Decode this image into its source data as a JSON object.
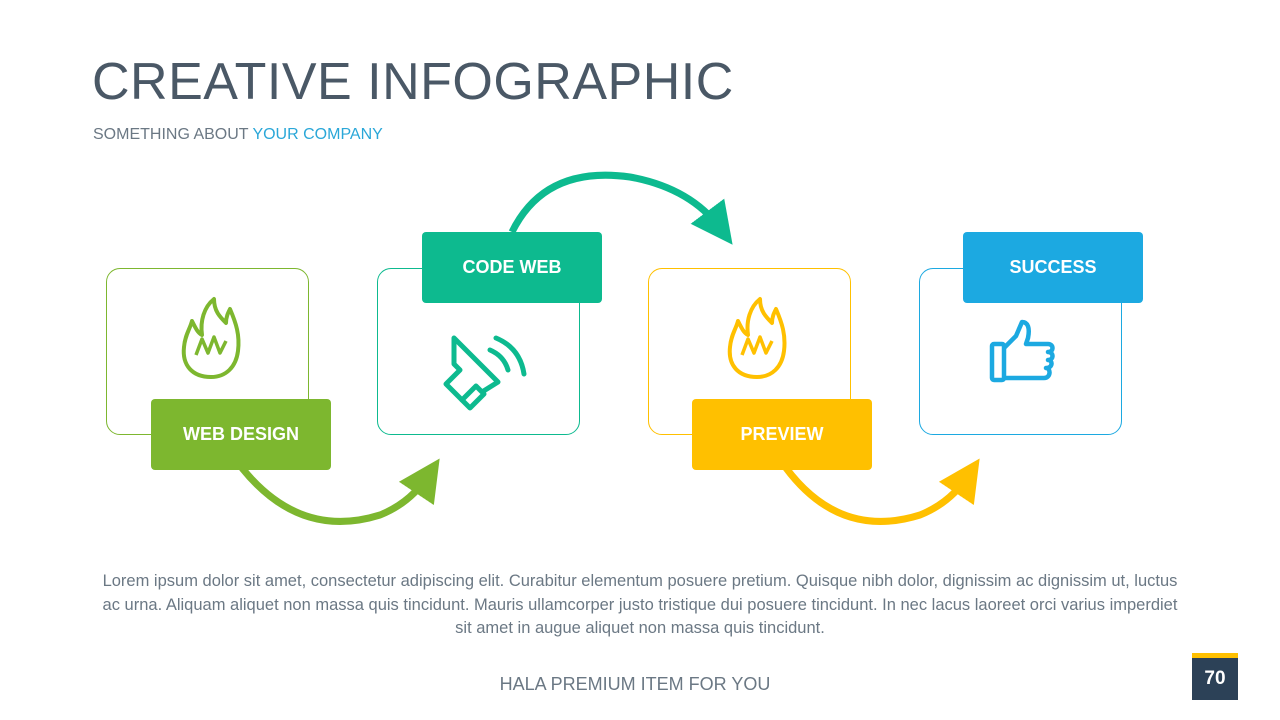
{
  "header": {
    "title": "CREATIVE INFOGRAPHIC",
    "subtitle_prefix": "SOMETHING ABOUT",
    "subtitle_highlight": "YOUR COMPANY"
  },
  "steps": [
    {
      "label": "WEB DESIGN",
      "icon": "flame-icon",
      "color": "#7db72f"
    },
    {
      "label": "CODE WEB",
      "icon": "speaker-icon",
      "color": "#0dba8f"
    },
    {
      "label": "PREVIEW",
      "icon": "flame-icon",
      "color": "#ffc000"
    },
    {
      "label": "SUCCESS",
      "icon": "thumbs-up-icon",
      "color": "#1ca9e1"
    }
  ],
  "body_text": "Lorem ipsum dolor sit amet, consectetur adipiscing elit. Curabitur elementum posuere pretium. Quisque nibh dolor, dignissim ac dignissim ut, luctus ac urna. Aliquam aliquet non massa quis tincidunt. Mauris ullamcorper justo tristique dui posuere tincidunt. In nec lacus laoreet orci varius imperdiet sit amet in augue aliquet non massa quis tincidunt.",
  "footer": {
    "text": "HALA PREMIUM ITEM FOR YOU",
    "page_number": "70"
  }
}
